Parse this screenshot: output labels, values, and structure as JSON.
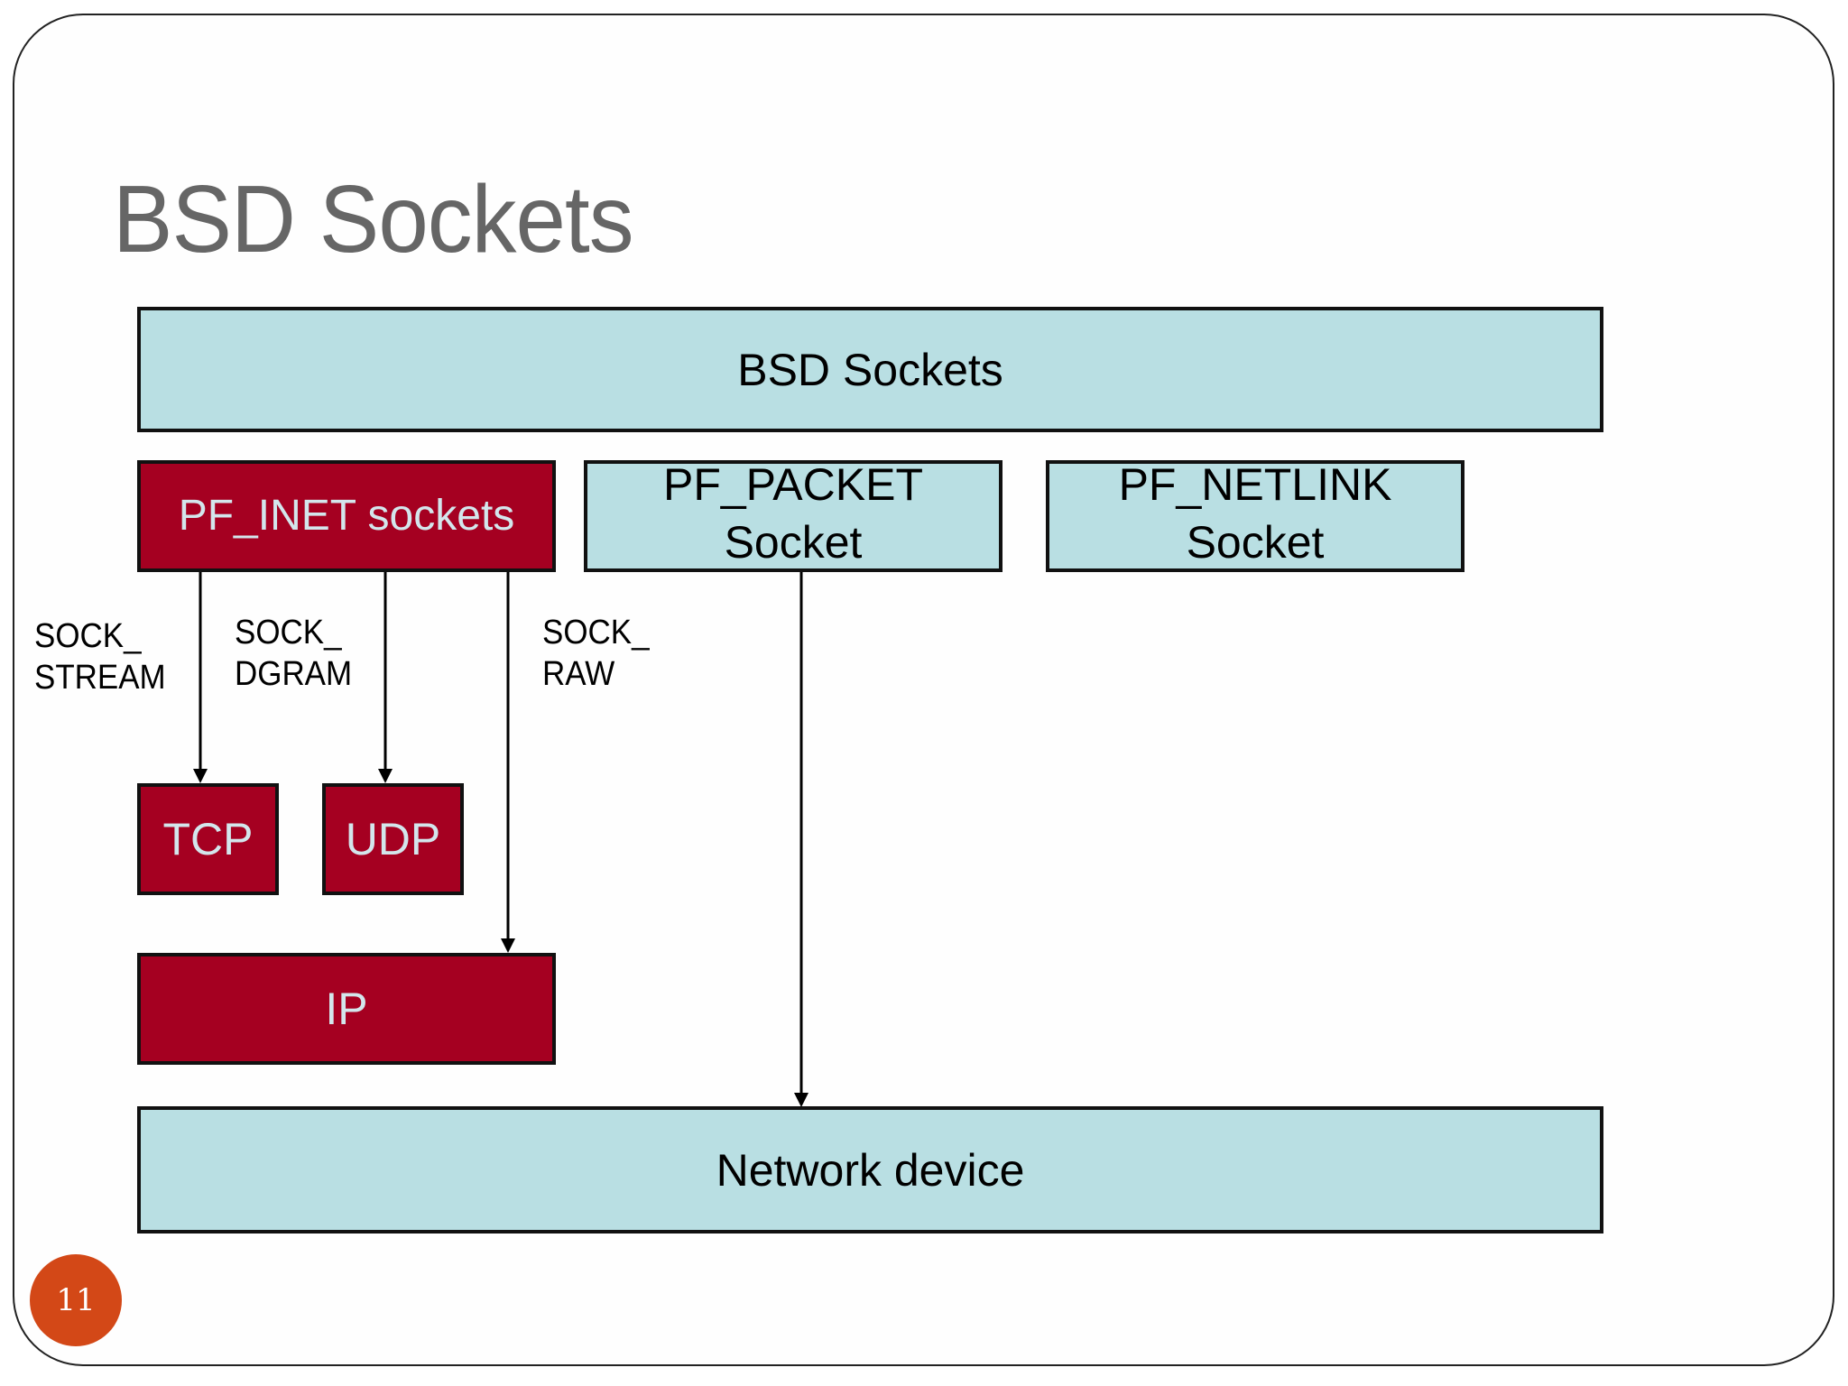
{
  "slide": {
    "title": "BSD Sockets",
    "page_number": "11"
  },
  "colors": {
    "layer_blue": "#b9dfe3",
    "inet_red": "#a50021",
    "page_badge": "#d34817",
    "title_gray": "#666666"
  },
  "diagram": {
    "top_layer": "BSD Sockets",
    "families": {
      "inet": "PF_INET sockets",
      "packet": {
        "line1": "PF_PACKET",
        "line2": "Socket"
      },
      "netlink": {
        "line1": "PF_NETLINK",
        "line2": "Socket"
      }
    },
    "socket_types": {
      "stream": {
        "line1": "SOCK_",
        "line2": "STREAM"
      },
      "dgram": {
        "line1": "SOCK_",
        "line2": "DGRAM"
      },
      "raw": {
        "line1": "SOCK_",
        "line2": "RAW"
      }
    },
    "protocols": {
      "tcp": "TCP",
      "udp": "UDP",
      "ip": "IP"
    },
    "bottom_layer": "Network device",
    "edges": [
      {
        "from": "PF_INET sockets",
        "to": "TCP",
        "label": "SOCK_STREAM"
      },
      {
        "from": "PF_INET sockets",
        "to": "UDP",
        "label": "SOCK_DGRAM"
      },
      {
        "from": "PF_INET sockets",
        "to": "IP",
        "label": "SOCK_RAW"
      },
      {
        "from": "PF_PACKET Socket",
        "to": "Network device",
        "label": ""
      }
    ]
  }
}
